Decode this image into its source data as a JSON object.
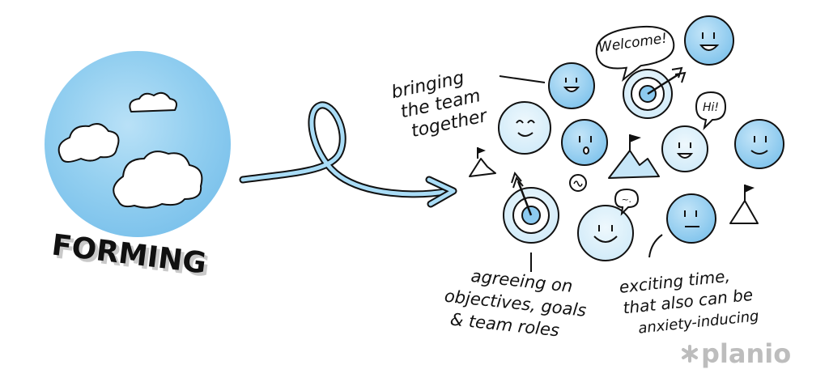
{
  "diagram": {
    "stage_label": "FORMING",
    "labels": {
      "bringing_team": [
        "bringing",
        "the team",
        "together"
      ],
      "agreeing": [
        "agreeing on",
        "objectives, goals",
        "& team roles"
      ],
      "exciting": [
        "exciting time,",
        "that also can be",
        "anxiety-inducing"
      ]
    },
    "speech_bubbles": {
      "welcome": "Welcome!",
      "hi": "Hi!",
      "squiggle": "~."
    }
  },
  "branding": {
    "logo_text": "planio"
  },
  "colors": {
    "sky_blue": "#8fcdf0",
    "face_blue": "#8ccaf0",
    "outline": "#111111",
    "arrow_blue": "#5fb6ea",
    "shadow_gray": "#c9c9c9",
    "logo_gray": "#bdbdbd"
  }
}
